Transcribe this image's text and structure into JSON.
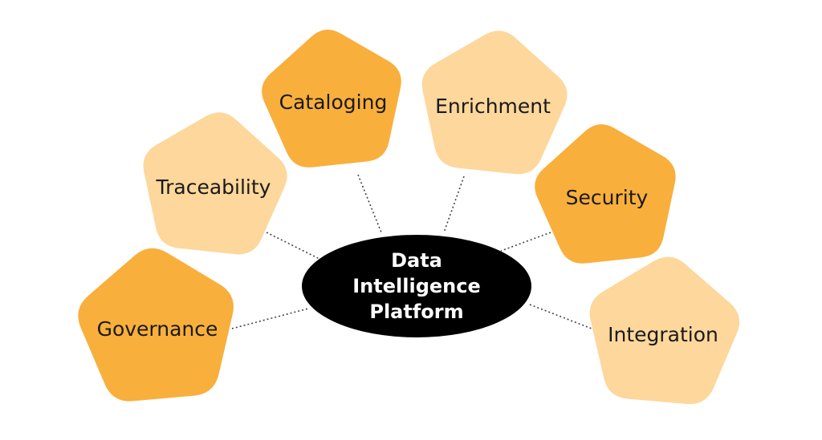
{
  "colors": {
    "dark_orange": "#F9AF3C",
    "light_orange": "#FDD79B",
    "hub_fill": "#000000",
    "hub_text": "#FFFFFF",
    "label_text": "#1A1A1A"
  },
  "hub": {
    "lines": [
      "Data",
      "Intelligence",
      "Platform"
    ]
  },
  "nodes": [
    {
      "id": "governance",
      "label": "Governance",
      "shade": "dark_orange"
    },
    {
      "id": "traceability",
      "label": "Traceability",
      "shade": "light_orange"
    },
    {
      "id": "cataloging",
      "label": "Cataloging",
      "shade": "dark_orange"
    },
    {
      "id": "enrichment",
      "label": "Enrichment",
      "shade": "light_orange"
    },
    {
      "id": "security",
      "label": "Security",
      "shade": "dark_orange"
    },
    {
      "id": "integration",
      "label": "Integration",
      "shade": "light_orange"
    }
  ]
}
